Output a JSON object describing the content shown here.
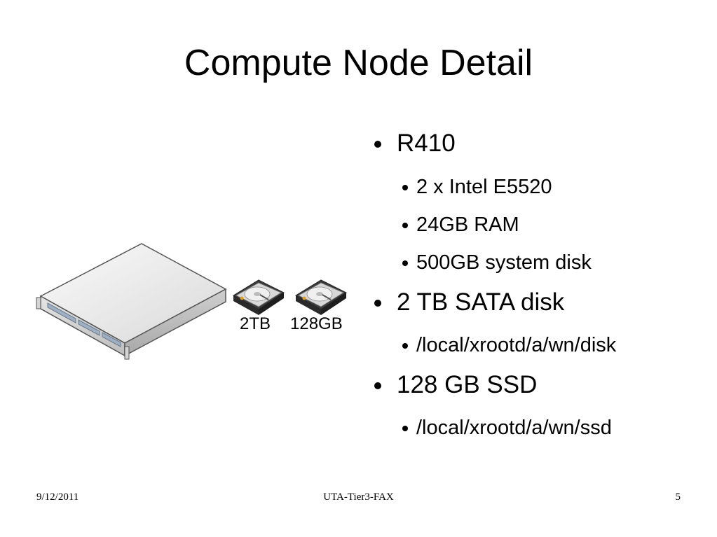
{
  "slide": {
    "title": "Compute Node Detail",
    "bullets": [
      {
        "text": "R410",
        "children": [
          "2 x Intel E5520",
          "24GB RAM",
          "500GB system disk"
        ]
      },
      {
        "text": "2 TB SATA disk",
        "children": [
          "/local/xrootd/a/wn/disk"
        ]
      },
      {
        "text": "128 GB SSD",
        "children": [
          "/local/xrootd/a/wn/ssd"
        ]
      }
    ],
    "illustration": {
      "disk_labels": [
        "2TB",
        "128GB"
      ]
    },
    "footer": {
      "date": "9/12/2011",
      "center": "UTA-Tier3-FAX",
      "page": "5"
    }
  }
}
